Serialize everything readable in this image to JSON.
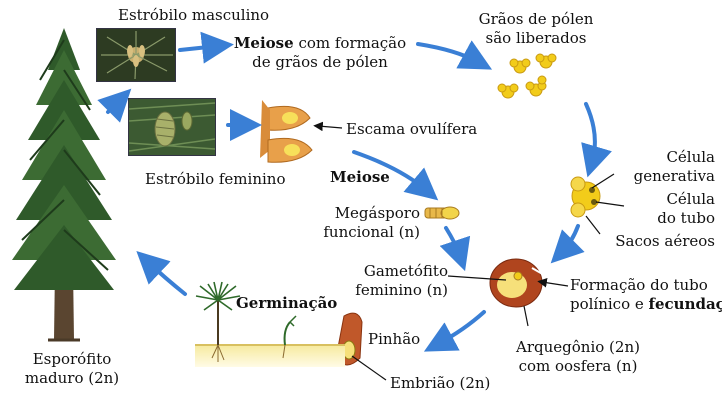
{
  "labels": {
    "estrobilo_masculino": "Estróbilo masculino",
    "meiose_bold": "Meiose",
    "meiose_rest": " com formação",
    "meiose_line2": "de grãos de pólen",
    "graos_line1": "Grãos de pólen",
    "graos_line2": "são liberados",
    "escama": "Escama ovulífera",
    "estrobilo_feminino": "Estróbilo feminino",
    "meiose2": "Meiose",
    "megasporo_line1": "Megásporo",
    "megasporo_line2": "funcional (n)",
    "celula_gen_line1": "Célula",
    "celula_gen_line2": "generativa",
    "celula_tubo_line1": "Célula",
    "celula_tubo_line2": "do tubo",
    "sacos": "Sacos aéreos",
    "gametofito_line1": "Gametófito",
    "gametofito_line2": "feminino (n)",
    "formacao_line1": "Formação do tubo",
    "formacao_line2a": "polínico e ",
    "formacao_line2b": "fecundação",
    "germinacao": "Germinação",
    "pinhao": "Pinhão",
    "arquegonio_line1": "Arquegônio (2n)",
    "arquegonio_line2": "com oosfera (n)",
    "embriao": "Embrião (2n)",
    "esporofito_line1": "Esporófito",
    "esporofito_line2": "maduro (2n)"
  },
  "colors": {
    "arrow": "#3a7fd5",
    "pollen": "#f2cc1a",
    "scale": "#e8a04a",
    "seed": "#c0582a",
    "tree_green": "#2f5a2a",
    "ground": "#f3e38e"
  }
}
